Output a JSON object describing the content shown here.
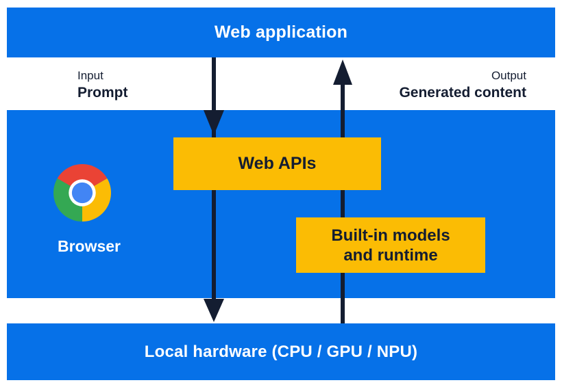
{
  "top_bar": {
    "label": "Web application"
  },
  "io_labels": {
    "input_title": "Input",
    "input_value": "Prompt",
    "output_title": "Output",
    "output_value": "Generated content"
  },
  "browser_section": {
    "label": "Browser",
    "web_apis_label": "Web APIs",
    "builtin_line1": "Built-in models",
    "builtin_line2": "and runtime"
  },
  "bottom_bar": {
    "label": "Local hardware (CPU / GPU / NPU)"
  },
  "icons": {
    "browser_icon": "chrome-logo",
    "down_arrow": "black double-headed downward arrow",
    "up_arrow": "black upward arrow"
  },
  "colors": {
    "blue": "#0671E8",
    "yellow": "#FBBC04",
    "navy": "#141D31",
    "white": "#FFFFFF",
    "chrome_red": "#EA4335",
    "chrome_yellow": "#FBBC05",
    "chrome_green": "#34A853",
    "chrome_blue": "#4285F4"
  }
}
